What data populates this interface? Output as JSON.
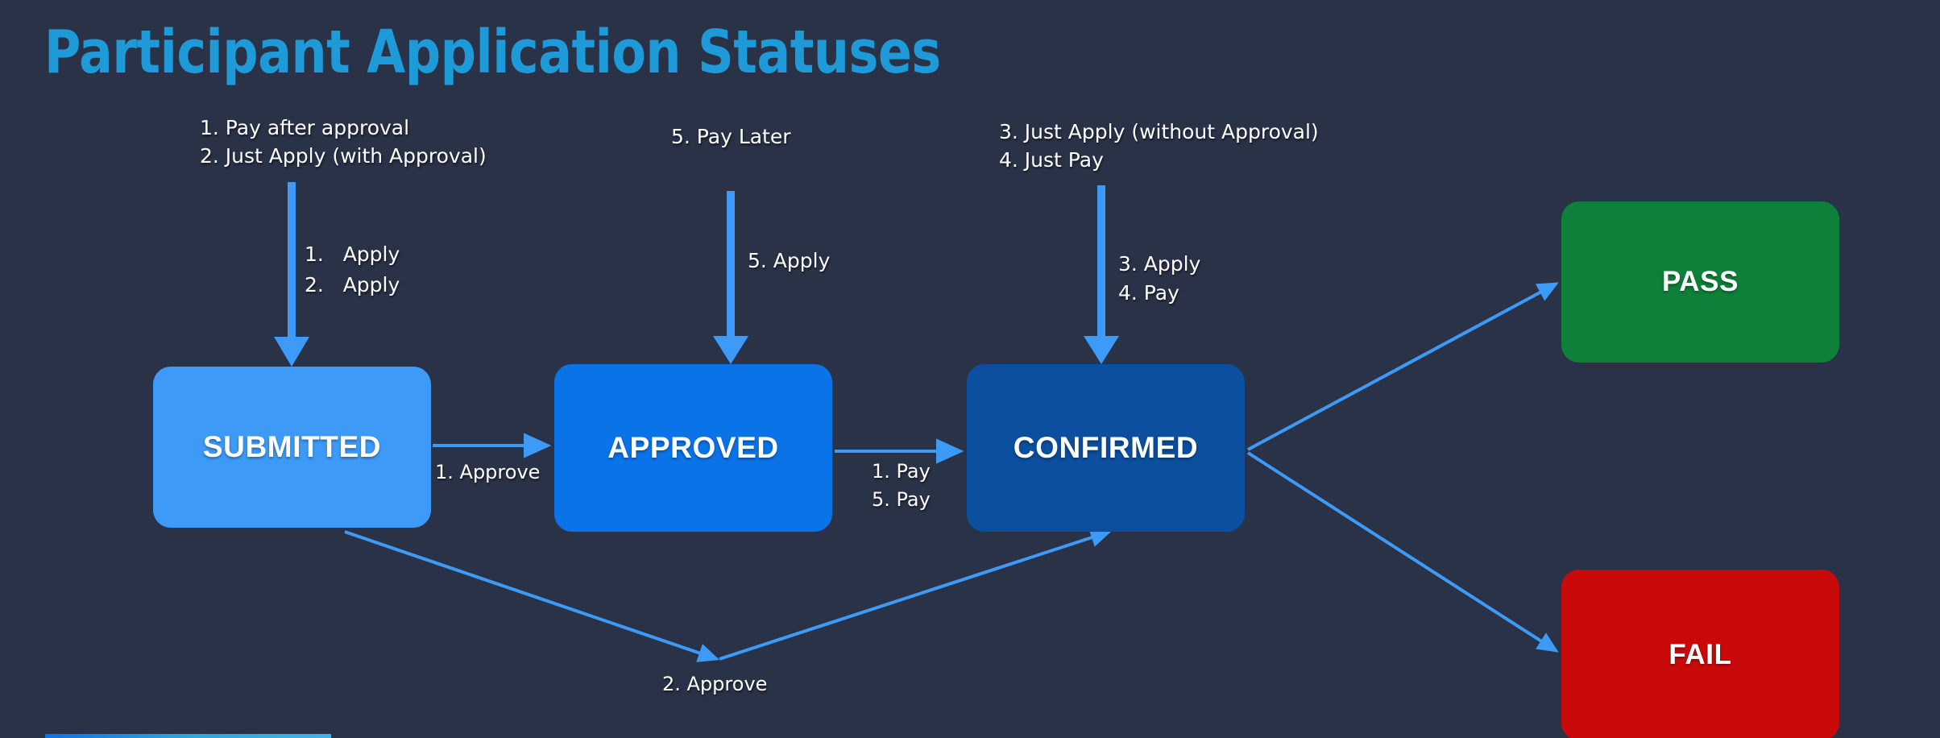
{
  "slide": {
    "title": "Participant Application Statuses",
    "background_color": "#2a3248",
    "title_color": "#1f9ad9"
  },
  "statuses": [
    {
      "id": "submitted",
      "label": "SUBMITTED",
      "color": "#3d9bf7"
    },
    {
      "id": "approved",
      "label": "APPROVED",
      "color": "#0b73e8"
    },
    {
      "id": "confirmed",
      "label": "CONFIRMED",
      "color": "#0b4f9e"
    },
    {
      "id": "pass",
      "label": "PASS",
      "color": "#0f8039"
    },
    {
      "id": "fail",
      "label": "FAIL",
      "color": "#c90a0a"
    }
  ],
  "entry_notes": {
    "submitted": "1. Pay after approval\n2. Just Apply (with Approval)",
    "approved": "5. Pay Later",
    "confirmed": "3. Just Apply (without Approval)\n4. Just Pay"
  },
  "arrow_labels": {
    "to_submitted": "1.   Apply\n2.   Apply",
    "to_approved": "5. Apply",
    "to_confirmed": "3. Apply\n4. Pay",
    "submitted_to_approved": "1. Approve",
    "approved_to_confirmed": "1. Pay\n5. Pay",
    "submitted_to_confirmed": "2. Approve"
  },
  "arrow_color": "#3d9bf7",
  "accent_bar_colors": [
    "#0b72e8",
    "#2aa6e2",
    "#3db4ea"
  ]
}
